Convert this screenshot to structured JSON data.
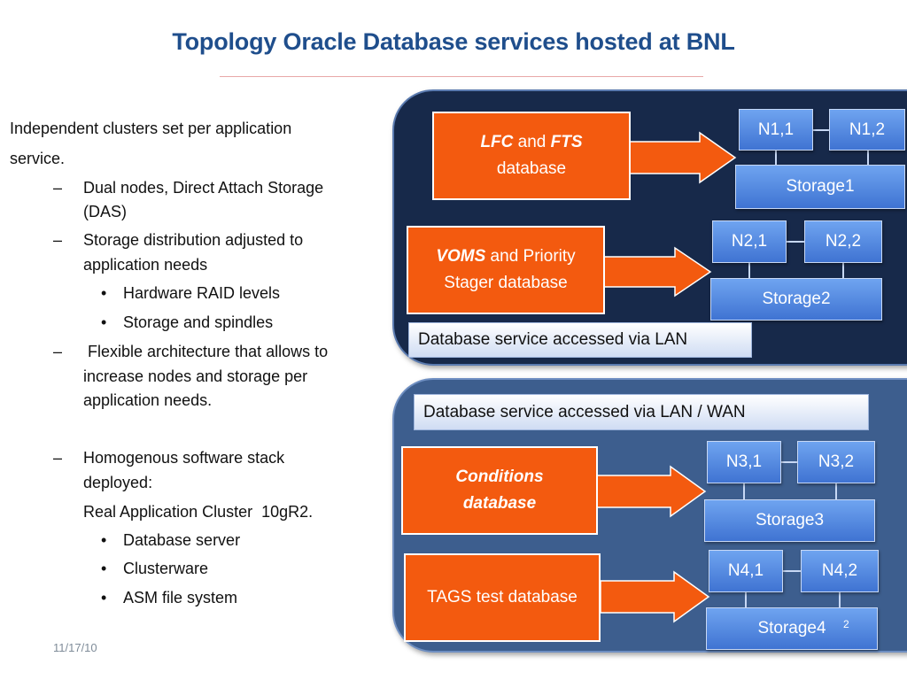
{
  "slide": {
    "title": "Topology Oracle Database services hosted at BNL",
    "footer_date": "11/17/10",
    "page_number": "2"
  },
  "bullets": {
    "intro_1": "Independent clusters set per application",
    "intro_2": "service.",
    "dash": "–",
    "dot": "•",
    "das_1": "Dual nodes, Direct Attach Storage",
    "das_2": "(DAS)",
    "storage_dist_1": "Storage distribution adjusted to",
    "storage_dist_2": "application needs",
    "raid": "Hardware RAID levels",
    "spindles": "Storage and spindles",
    "flex_1": " Flexible architecture that allows to",
    "flex_2": "increase nodes and storage per",
    "flex_3": "application needs.",
    "homog_1": "Homogenous software stack",
    "homog_2": "deployed:",
    "rac": "Real Application Cluster  10gR2.",
    "db_server": "Database server",
    "clusterware": "Clusterware",
    "asm": "ASM file system"
  },
  "diagram": {
    "lan_label": "Database service accessed via LAN",
    "lan_wan_label": "Database service accessed via LAN / WAN",
    "lfc": {
      "a": "LFC",
      "and": " and ",
      "b": "FTS",
      "rest": "database"
    },
    "voms": {
      "a": "VOMS",
      "rest1": " and Priority",
      "rest2": "Stager database"
    },
    "conditions": {
      "line1": "Conditions",
      "line2": "database"
    },
    "tags": "TAGS test database",
    "clusters": [
      {
        "n1": "N1,1",
        "n2": "N1,2",
        "storage": "Storage1"
      },
      {
        "n1": "N2,1",
        "n2": "N2,2",
        "storage": "Storage2"
      },
      {
        "n1": "N3,1",
        "n2": "N3,2",
        "storage": "Storage3"
      },
      {
        "n1": "N4,1",
        "n2": "N4,2",
        "storage": "Storage4"
      }
    ]
  },
  "colors": {
    "title": "#1f4e8c",
    "panel_dark": "#17294a",
    "panel_mid": "#3d5e8e",
    "db_box": "#f35a0f",
    "node_blue": "#4f83dd"
  }
}
